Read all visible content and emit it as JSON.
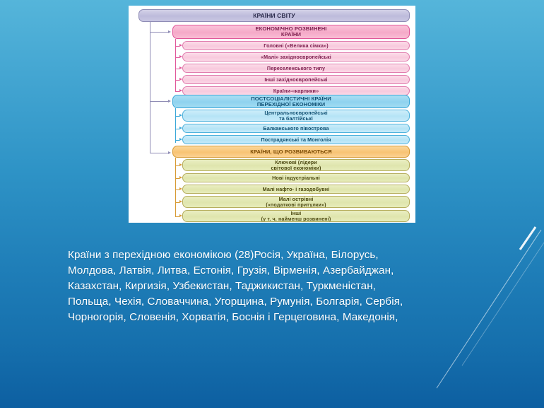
{
  "slide": {
    "background_top_color": "#55b5da",
    "background_bottom_color": "#0d5fa1"
  },
  "diagram": {
    "root": {
      "label": "КРАЇНИ СВІТУ",
      "color": "#bdbbdb"
    },
    "sections": [
      {
        "key": "developed",
        "label": "ЕКОНОМІЧНО РОЗВИНЕНІ\nКРАЇНИ",
        "color": "#f5a9c8",
        "items": [
          "Головні («Велика сімка»)",
          "«Малі» західноєвропейські",
          "Переселенського типу",
          "Інші західноєвропейські",
          "Країни-«карлики»"
        ]
      },
      {
        "key": "postsocialist",
        "label": "ПОСТСОЦІАЛІСТИЧНІ КРАЇНИ\nПЕРЕХІДНОЇ ЕКОНОМІКИ",
        "color": "#8ed2ef",
        "items": [
          "Центральноєвропейські\nта балтійські",
          "Балканського півострова",
          "Пострадянські та Монголія"
        ]
      },
      {
        "key": "developing",
        "label": "КРАЇНИ, ЩО РОЗВИВАЮТЬСЯ",
        "color": "#f8c474",
        "items": [
          "Ключові (лідери\nсвітової економіки)",
          "Нові індустріальні",
          "Малі нафто- і газодобувні",
          "Малі острівні\n(«податкові притулки»)",
          "Інші\n(у т. ч. найменш розвинені)"
        ]
      }
    ]
  },
  "body": {
    "paragraph": "Країни з перехідною економікою (28)Росія, Україна, Білорусь, Молдова, Латвія, Литва, Естонія, Грузія, Вірменія, Азербайджан, Казахстан, Киргизія, Узбекистан, Таджикистан, Туркменістан, Польща, Чехія, Словаччина, Угорщина, Румунія, Болгарія, Сербія, Чорногорія, Словенія, Хорватія, Боснія і Герцеговина, Македонія,"
  }
}
